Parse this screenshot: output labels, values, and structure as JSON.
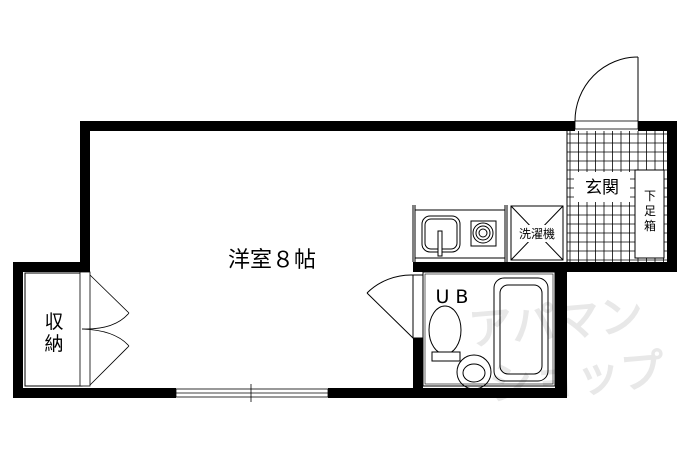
{
  "rooms": {
    "main": "洋室８帖",
    "closet": [
      "収",
      "納"
    ],
    "bath": "UB",
    "washer": "洗濯機",
    "entrance": "玄関",
    "shoe_box": [
      "下",
      "足",
      "箱"
    ]
  },
  "watermark": {
    "text": "アパマンショップ"
  },
  "colors": {
    "wall": "#000000",
    "line": "#000000",
    "watermark": "#e6e6e6"
  }
}
